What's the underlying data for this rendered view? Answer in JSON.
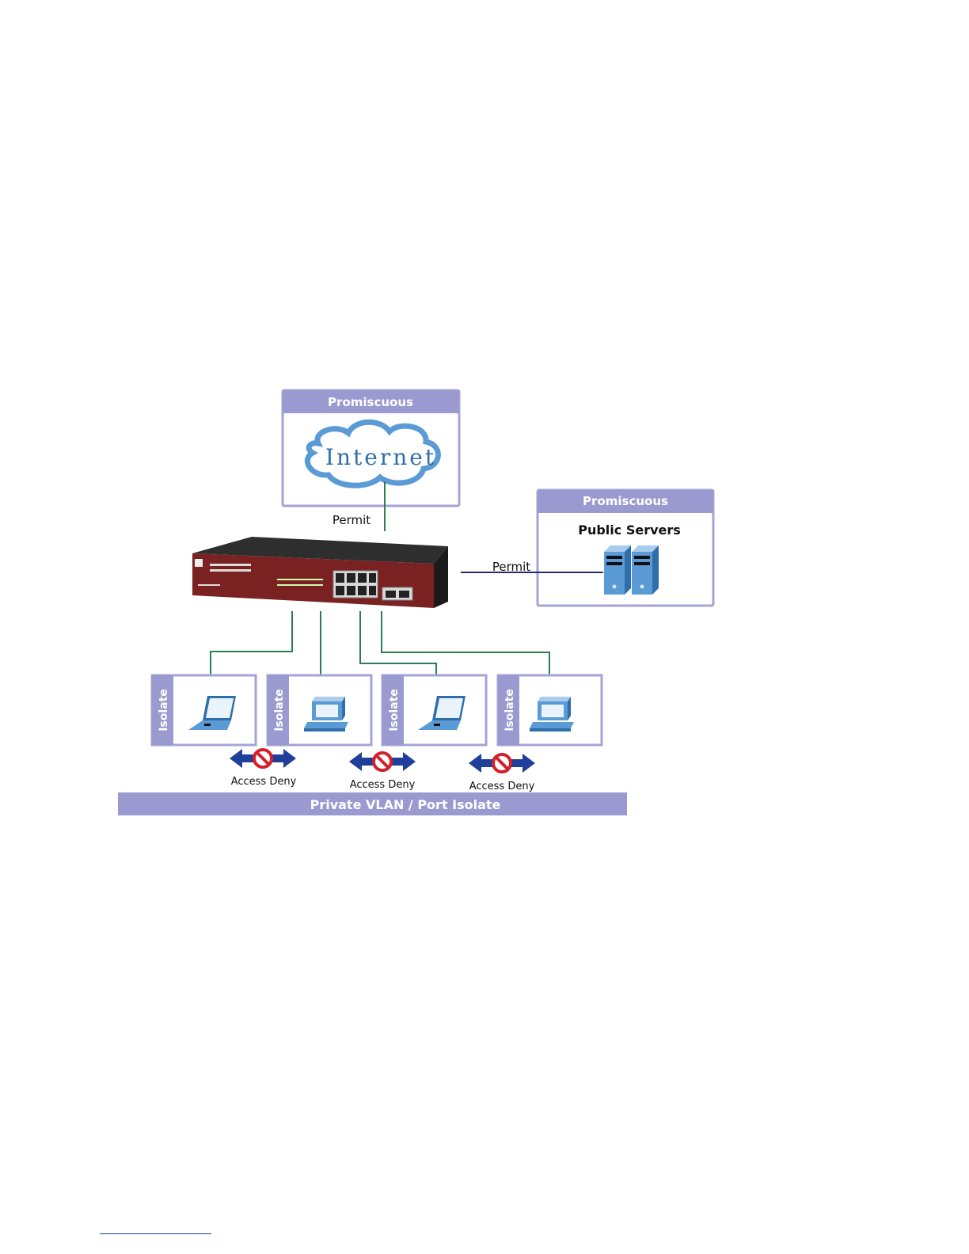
{
  "colors": {
    "panel_header": "#9a9ad0",
    "panel_border": "#a4a4d4",
    "link_green": "#2e7d4f",
    "link_navy": "#2a2a6a",
    "arrow_blue": "#1f3f9a",
    "deny_red": "#d3202a",
    "switch_red": "#7a2222",
    "device_blue": "#5b9bd5"
  },
  "internet_panel": {
    "header": "Promiscuous",
    "cloud_text": "Internet"
  },
  "server_panel": {
    "header": "Promiscuous",
    "title": "Public Servers"
  },
  "links": {
    "internet_permit": "Permit",
    "server_permit": "Permit"
  },
  "isolate_panels": [
    {
      "label": "Isolate",
      "device": "laptop"
    },
    {
      "label": "Isolate",
      "device": "desktop"
    },
    {
      "label": "Isolate",
      "device": "laptop"
    },
    {
      "label": "Isolate",
      "device": "desktop"
    }
  ],
  "deny": [
    {
      "label": "Access Deny"
    },
    {
      "label": "Access Deny"
    },
    {
      "label": "Access Deny"
    }
  ],
  "footer_bar": {
    "label": "Private VLAN / Port Isolate"
  }
}
